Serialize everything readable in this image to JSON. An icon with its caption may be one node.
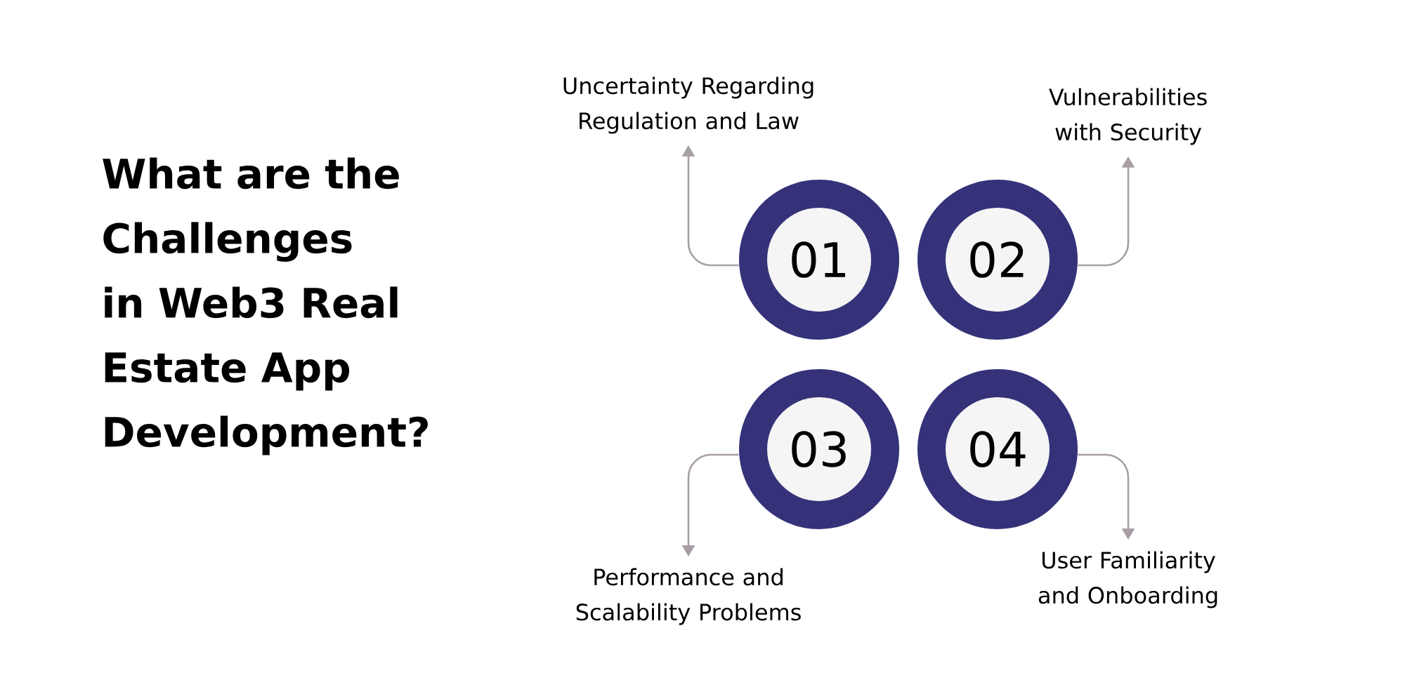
{
  "diagram": {
    "title": "What are the Challenges in Web3 Real Estate App Development?",
    "nodes": [
      {
        "text": [
          "01"
        ]
      },
      {
        "text": [
          "02"
        ]
      },
      {
        "text": [
          "03"
        ]
      },
      {
        "text": [
          "04"
        ]
      },
      {
        "text": [
          "Uncertainty Regarding Regulation and Law"
        ]
      },
      {
        "text": [
          "Vulnerabilities with Security"
        ]
      },
      {
        "text": [
          "Performance and Scalability Problems"
        ]
      },
      {
        "text": [
          "User Familiarity and Onboarding"
        ]
      }
    ],
    "edges": [
      {
        "from": 0,
        "to": 4,
        "arrow": "to"
      },
      {
        "from": 1,
        "to": 5,
        "arrow": "to"
      },
      {
        "from": 2,
        "to": 6,
        "arrow": "to"
      },
      {
        "from": 3,
        "to": 7,
        "arrow": "to"
      }
    ]
  }
}
